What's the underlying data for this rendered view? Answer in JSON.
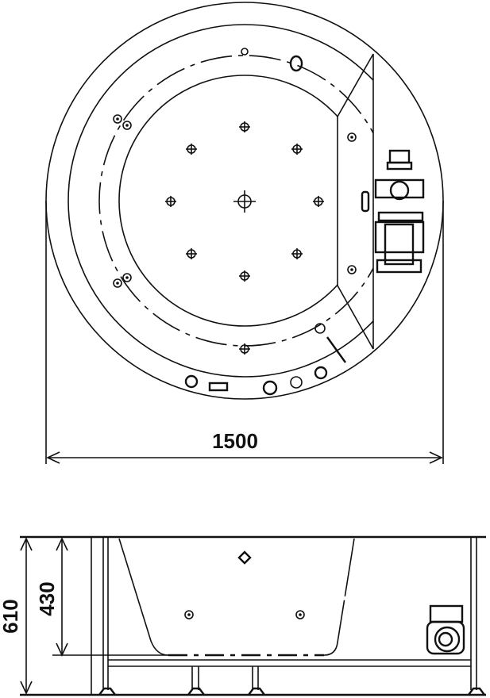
{
  "drawing": {
    "top_view": {
      "width_label": "1500"
    },
    "side_view": {
      "total_height_label": "610",
      "tub_depth_label": "430"
    },
    "colors": {
      "line": "#111111",
      "background": "#ffffff"
    }
  }
}
